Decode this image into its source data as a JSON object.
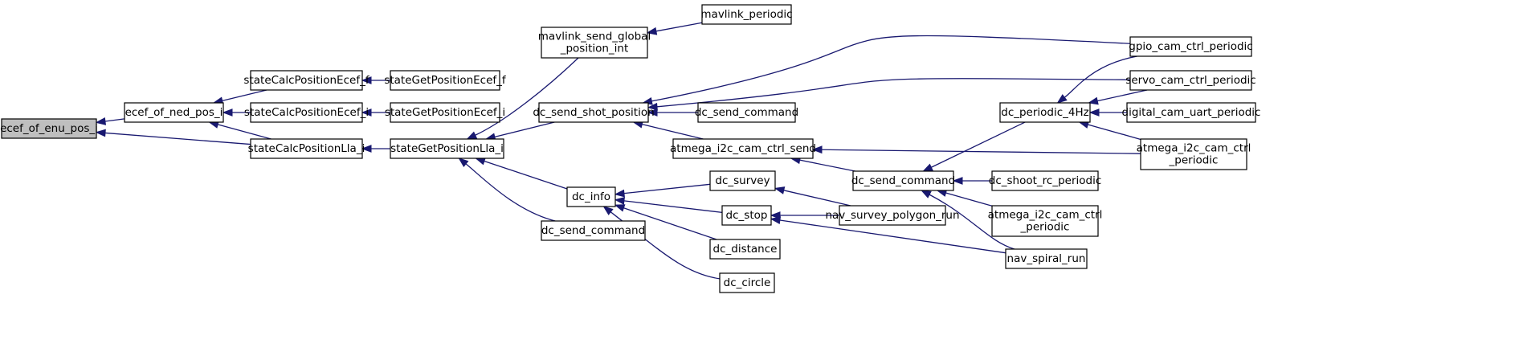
{
  "graph": {
    "nodes": [
      {
        "id": "n0",
        "lines": [
          "ecef_of_enu_pos_i"
        ]
      },
      {
        "id": "n1",
        "lines": [
          "ecef_of_ned_pos_i"
        ]
      },
      {
        "id": "n2",
        "lines": [
          "stateCalcPositionLla_i"
        ]
      },
      {
        "id": "n3",
        "lines": [
          "stateCalcPositionEcef_f"
        ]
      },
      {
        "id": "n4",
        "lines": [
          "stateCalcPositionEcef_i"
        ]
      },
      {
        "id": "n5",
        "lines": [
          "stateGetPositionEcef_f"
        ]
      },
      {
        "id": "n6",
        "lines": [
          "stateGetPositionEcef_i"
        ]
      },
      {
        "id": "n7",
        "lines": [
          "stateGetPositionLla_i"
        ]
      },
      {
        "id": "n8",
        "lines": [
          "mavlink_send_global",
          "_position_int"
        ]
      },
      {
        "id": "n9",
        "lines": [
          "dc_send_shot_position"
        ]
      },
      {
        "id": "n10",
        "lines": [
          "dc_info"
        ]
      },
      {
        "id": "n11",
        "lines": [
          "dc_send_command"
        ]
      },
      {
        "id": "n12",
        "lines": [
          "mavlink_periodic"
        ]
      },
      {
        "id": "n13",
        "lines": [
          "gpio_cam_ctrl_periodic"
        ]
      },
      {
        "id": "n14",
        "lines": [
          "servo_cam_ctrl_periodic"
        ]
      },
      {
        "id": "n15",
        "lines": [
          "dc_send_command"
        ]
      },
      {
        "id": "n16",
        "lines": [
          "atmega_i2c_cam_ctrl_send"
        ]
      },
      {
        "id": "n17",
        "lines": [
          "dc_send_command"
        ]
      },
      {
        "id": "n18",
        "lines": [
          "atmega_i2c_cam_ctrl",
          "_periodic"
        ]
      },
      {
        "id": "n19",
        "lines": [
          "dc_periodic_4Hz"
        ]
      },
      {
        "id": "n20",
        "lines": [
          "digital_cam_uart_periodic"
        ]
      },
      {
        "id": "n21",
        "lines": [
          "dc_survey"
        ]
      },
      {
        "id": "n22",
        "lines": [
          "dc_stop"
        ]
      },
      {
        "id": "n23",
        "lines": [
          "dc_distance"
        ]
      },
      {
        "id": "n24",
        "lines": [
          "dc_circle"
        ]
      },
      {
        "id": "n25",
        "lines": [
          "nav_survey_polygon_run"
        ]
      },
      {
        "id": "n26",
        "lines": [
          "nav_spiral_run"
        ]
      },
      {
        "id": "n27",
        "lines": [
          "dc_shoot_rc_periodic"
        ]
      },
      {
        "id": "n28",
        "lines": [
          "atmega_i2c_cam_ctrl",
          "_periodic"
        ]
      }
    ],
    "edges": [
      {
        "from": "n1",
        "to": "n0"
      },
      {
        "from": "n2",
        "to": "n0"
      },
      {
        "from": "n3",
        "to": "n1"
      },
      {
        "from": "n4",
        "to": "n1"
      },
      {
        "from": "n2",
        "to": "n1"
      },
      {
        "from": "n5",
        "to": "n3"
      },
      {
        "from": "n6",
        "to": "n4"
      },
      {
        "from": "n7",
        "to": "n2"
      },
      {
        "from": "n8",
        "to": "n7"
      },
      {
        "from": "n9",
        "to": "n7"
      },
      {
        "from": "n10",
        "to": "n7"
      },
      {
        "from": "n11",
        "to": "n7"
      },
      {
        "from": "n12",
        "to": "n8"
      },
      {
        "from": "n13",
        "to": "n9"
      },
      {
        "from": "n14",
        "to": "n9"
      },
      {
        "from": "n15",
        "to": "n9"
      },
      {
        "from": "n16",
        "to": "n9"
      },
      {
        "from": "n18",
        "to": "n16"
      },
      {
        "from": "n17",
        "to": "n16"
      },
      {
        "from": "n19",
        "to": "n17"
      },
      {
        "from": "n27",
        "to": "n17"
      },
      {
        "from": "n28",
        "to": "n17"
      },
      {
        "from": "n26",
        "to": "n17"
      },
      {
        "from": "n13",
        "to": "n19"
      },
      {
        "from": "n14",
        "to": "n19"
      },
      {
        "from": "n20",
        "to": "n19"
      },
      {
        "from": "n18",
        "to": "n19"
      },
      {
        "from": "n21",
        "to": "n10"
      },
      {
        "from": "n22",
        "to": "n10"
      },
      {
        "from": "n23",
        "to": "n10"
      },
      {
        "from": "n24",
        "to": "n10"
      },
      {
        "from": "n25",
        "to": "n21"
      },
      {
        "from": "n25",
        "to": "n22"
      },
      {
        "from": "n26",
        "to": "n22"
      }
    ]
  }
}
